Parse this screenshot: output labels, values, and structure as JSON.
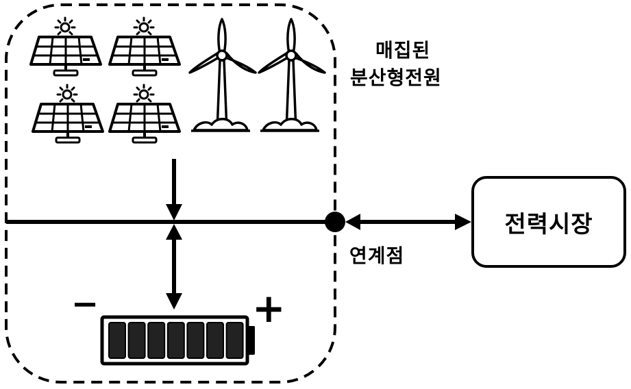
{
  "labels": {
    "aggregated_line1": "매집된",
    "aggregated_line2": "분산형전원",
    "connection_point": "연계점",
    "power_market": "전력시장",
    "battery_minus": "−",
    "battery_plus": "+"
  },
  "components": {
    "solar_panels": 4,
    "wind_turbines": 2,
    "battery_cells": 7
  },
  "colors": {
    "line": "#000000",
    "background": "#ffffff"
  }
}
